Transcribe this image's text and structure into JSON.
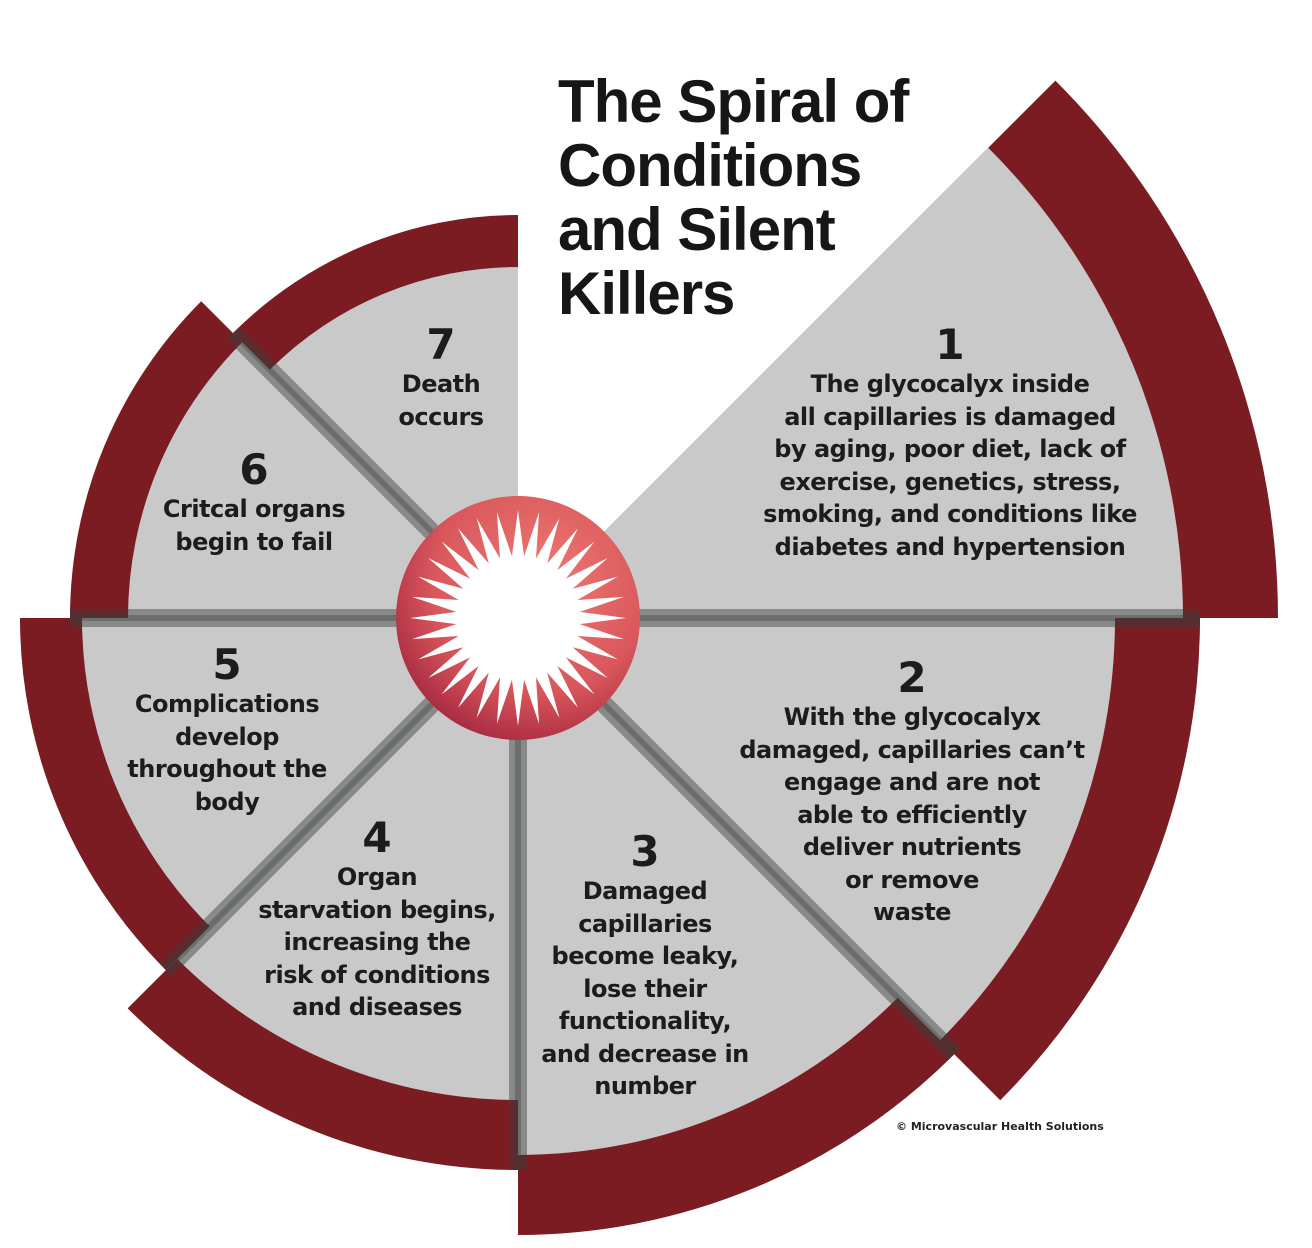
{
  "title_lines": [
    "The Spiral of",
    "Conditions",
    "and Silent",
    "Killers"
  ],
  "steps": [
    {
      "number": "1",
      "lines": [
        "The glycocalyx inside",
        "all capillaries is damaged",
        "by aging, poor diet, lack of",
        "exercise, genetics, stress,",
        "smoking, and conditions like",
        "diabetes and hypertension"
      ]
    },
    {
      "number": "2",
      "lines": [
        "With the glycocalyx",
        "damaged, capillaries can’t",
        "engage and are not",
        "able to efficiently",
        "deliver nutrients",
        "or remove",
        "waste"
      ]
    },
    {
      "number": "3",
      "lines": [
        "Damaged",
        "capillaries",
        "become leaky,",
        "lose their",
        "functionality,",
        "and decrease in",
        "number"
      ]
    },
    {
      "number": "4",
      "lines": [
        "Organ",
        "starvation begins,",
        "increasing the",
        "risk of conditions",
        "and diseases"
      ]
    },
    {
      "number": "5",
      "lines": [
        "Complications",
        "develop",
        "throughout the",
        "body"
      ]
    },
    {
      "number": "6",
      "lines": [
        "Critcal organs",
        "begin to fail"
      ]
    },
    {
      "number": "7",
      "lines": [
        "Death",
        "occurs"
      ]
    }
  ],
  "copyright": "© Microvascular Health Solutions",
  "colors": {
    "ring": "#7a1c22",
    "segment": "#c8c9c8",
    "center_outer": "#b8384a",
    "center_inner": "#e9716b",
    "star": "#ffffff"
  }
}
